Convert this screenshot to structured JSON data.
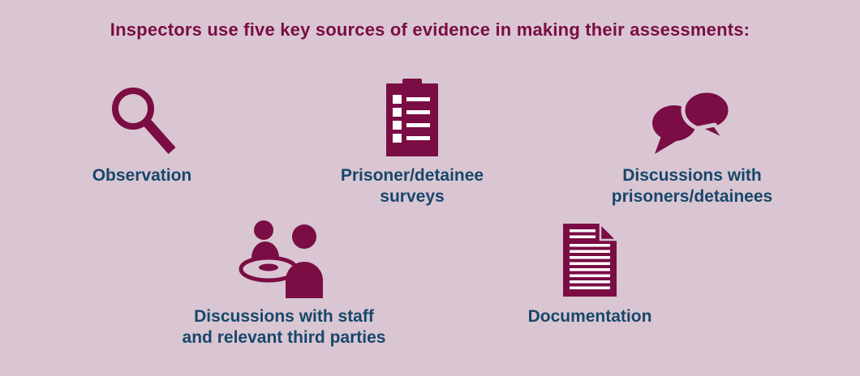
{
  "colors": {
    "background": "#d9c6d2",
    "accent": "#7a0d44",
    "label": "#17476b"
  },
  "title": "Inspectors use five key sources of evidence in making their assessments:",
  "items": [
    {
      "icon": "magnifier-icon",
      "label": "Observation"
    },
    {
      "icon": "clipboard-checklist-icon",
      "label": "Prisoner/detainee\nsurveys"
    },
    {
      "icon": "speech-bubbles-icon",
      "label": "Discussions with\nprisoners/detainees"
    },
    {
      "icon": "meeting-table-icon",
      "label": "Discussions with staff\nand relevant third parties"
    },
    {
      "icon": "document-icon",
      "label": "Documentation"
    }
  ]
}
